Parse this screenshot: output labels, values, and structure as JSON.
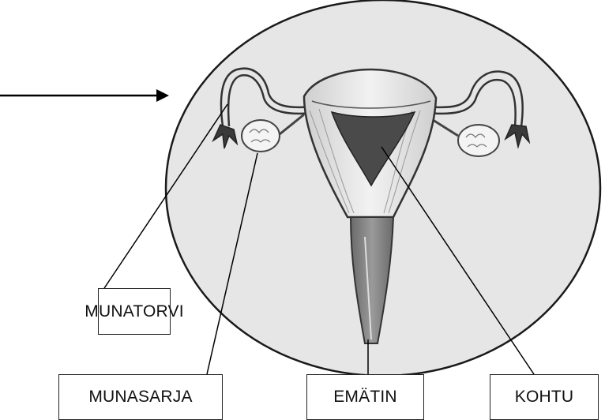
{
  "labels": {
    "munatorvi": "MUNATORVI",
    "munasarja": "MUNASARJA",
    "ematin": "EMÄTIN",
    "kohtu": "KOHTU"
  },
  "colors": {
    "circle_fill": "#e6e6e6",
    "outline": "#1a1a1a",
    "dark_tissue": "#4a4a4a"
  },
  "icons": {
    "pointer": "arrow-right-icon"
  }
}
